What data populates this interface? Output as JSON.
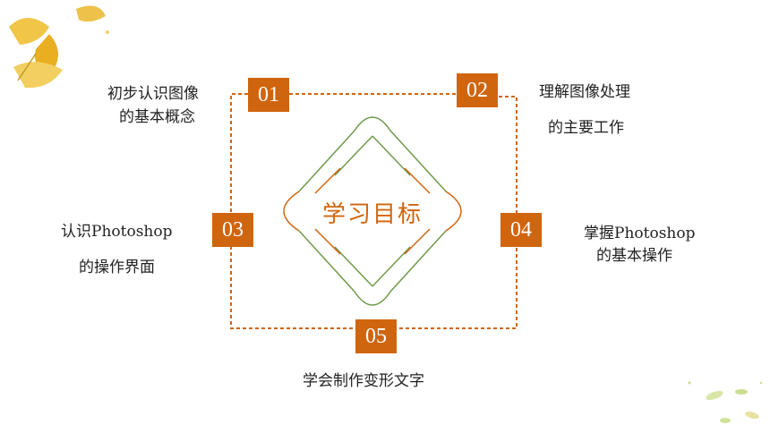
{
  "center": {
    "title": "学习目标"
  },
  "items": [
    {
      "num": "01",
      "line1": "初步认识图像",
      "line2": "的基本概念"
    },
    {
      "num": "02",
      "line1": "理解图像处理",
      "line2": "的主要工作"
    },
    {
      "num": "03",
      "line1": "认识Photoshop",
      "line2": "的操作界面"
    },
    {
      "num": "04",
      "line1": "掌握Photoshop",
      "line2": "的基本操作"
    },
    {
      "num": "05",
      "line1": "学会制作变形文字"
    }
  ],
  "colors": {
    "accent": "#d0650f",
    "green": "#5a8a3a",
    "leaf": "#e8b934"
  }
}
